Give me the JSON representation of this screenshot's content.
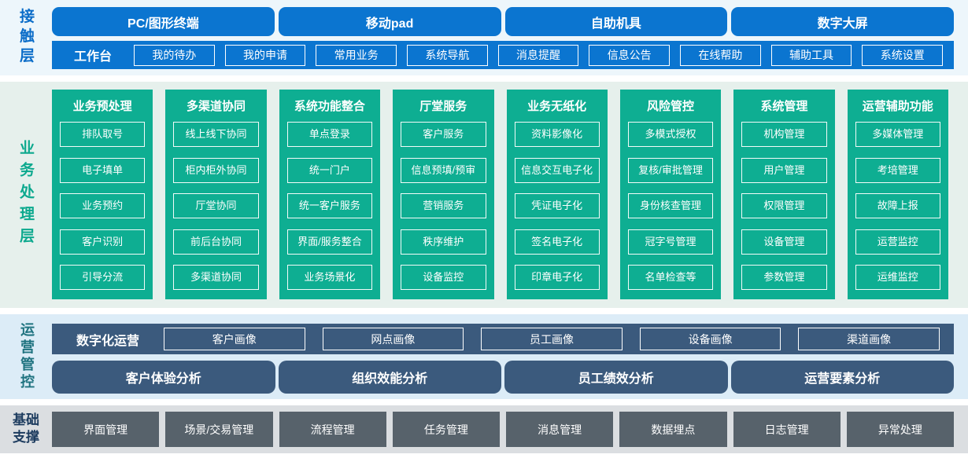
{
  "contact_layer": {
    "label": "接触层",
    "terminals": [
      "PC/图形终端",
      "移动pad",
      "自助机具",
      "数字大屏"
    ],
    "workbench": {
      "label": "工作台",
      "items": [
        "我的待办",
        "我的申请",
        "常用业务",
        "系统导航",
        "消息提醒",
        "信息公告",
        "在线帮助",
        "辅助工具",
        "系统设置"
      ]
    }
  },
  "process_layer": {
    "label": "业务处理层",
    "columns": [
      {
        "title": "业务预处理",
        "items": [
          "排队取号",
          "电子填单",
          "业务预约",
          "客户识别",
          "引导分流"
        ]
      },
      {
        "title": "多渠道协同",
        "items": [
          "线上线下协同",
          "柜内柜外协同",
          "厅堂协同",
          "前后台协同",
          "多渠道协同"
        ]
      },
      {
        "title": "系统功能整合",
        "items": [
          "单点登录",
          "统一门户",
          "统一客户服务",
          "界面/服务整合",
          "业务场景化"
        ]
      },
      {
        "title": "厅堂服务",
        "items": [
          "客户服务",
          "信息预填/预审",
          "营销服务",
          "秩序维护",
          "设备监控"
        ]
      },
      {
        "title": "业务无纸化",
        "items": [
          "资料影像化",
          "信息交互电子化",
          "凭证电子化",
          "签名电子化",
          "印章电子化"
        ]
      },
      {
        "title": "风险管控",
        "items": [
          "多模式授权",
          "复核/审批管理",
          "身份核查管理",
          "冠字号管理",
          "名单检查等"
        ]
      },
      {
        "title": "系统管理",
        "items": [
          "机构管理",
          "用户管理",
          "权限管理",
          "设备管理",
          "参数管理"
        ]
      },
      {
        "title": "运营辅助功能",
        "items": [
          "多媒体管理",
          "考培管理",
          "故障上报",
          "运营监控",
          "运维监控"
        ]
      }
    ]
  },
  "ops_layer": {
    "label": "运营管控",
    "digital": {
      "label": "数字化运营",
      "items": [
        "客户画像",
        "网点画像",
        "员工画像",
        "设备画像",
        "渠道画像"
      ]
    },
    "analysis": [
      "客户体验分析",
      "组织效能分析",
      "员工绩效分析",
      "运营要素分析"
    ]
  },
  "base_layer": {
    "label": "基础支撑",
    "items": [
      "界面管理",
      "场景/交易管理",
      "流程管理",
      "任务管理",
      "消息管理",
      "数据埋点",
      "日志管理",
      "异常处理"
    ]
  },
  "colors": {
    "brand_blue": "#0b75d0",
    "teal_green": "#0eae92",
    "slate_blue": "#3b5a7d",
    "base_gray": "#57626b",
    "contact_band_bg": "#edf6fb",
    "process_band_bg": "#e6f0ec",
    "ops_band_bg": "#dcecf7",
    "base_band_bg": "#dbdee1"
  }
}
